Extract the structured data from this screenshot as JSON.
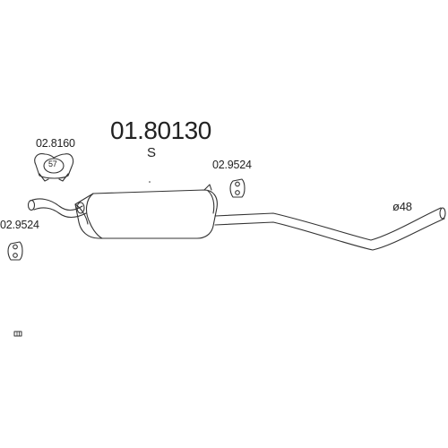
{
  "diagram": {
    "part_number": "01.80130",
    "variant": "S",
    "pipe_diameter": "ø48",
    "parts": [
      {
        "code": "02.8160",
        "badge": "57"
      },
      {
        "code": "02.9524"
      },
      {
        "code": "02.9524"
      }
    ]
  },
  "colors": {
    "line": "#333333",
    "background": "#ffffff"
  }
}
